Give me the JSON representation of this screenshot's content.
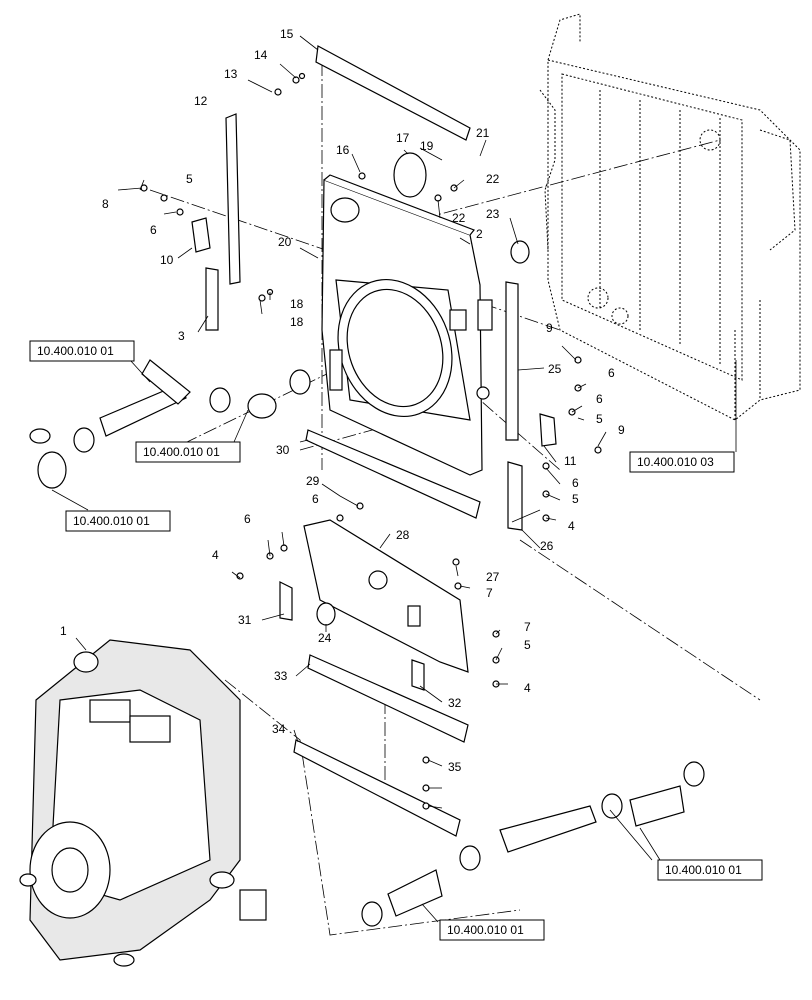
{
  "callouts": [
    "1",
    "2",
    "3",
    "4",
    "4",
    "4",
    "5",
    "5",
    "5",
    "5",
    "6",
    "6",
    "6",
    "6",
    "6",
    "6",
    "7",
    "7",
    "8",
    "9",
    "9",
    "10",
    "11",
    "12",
    "13",
    "14",
    "15",
    "16",
    "17",
    "18",
    "18",
    "19",
    "20",
    "21",
    "22",
    "22",
    "23",
    "24",
    "25",
    "26",
    "27",
    "28",
    "29",
    "30",
    "31",
    "32",
    "33",
    "34",
    "35"
  ],
  "references": [
    "10.400.010 01",
    "10.400.010 01",
    "10.400.010 01",
    "10.400.010 03",
    "10.400.010 01",
    "10.400.010 01"
  ],
  "icons": {
    "radiator": "radiator-ghost-icon",
    "shroud": "fan-shroud-icon",
    "engine": "engine-assembly-icon",
    "hose": "hose-icon",
    "clamp": "hose-clamp-icon"
  }
}
